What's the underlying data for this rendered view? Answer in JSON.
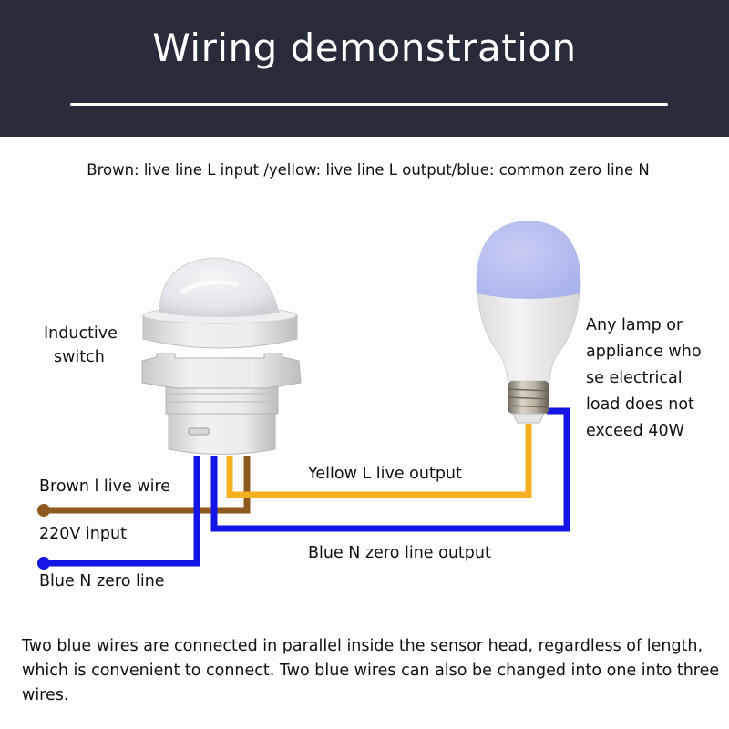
{
  "header": {
    "title": "Wiring demonstration",
    "background": "#272b3a"
  },
  "legend": {
    "text": "Brown: live line L input /yellow: live line L output/blue: common zero line N"
  },
  "labels": {
    "sensor_line1": "Inductive",
    "sensor_line2": "switch",
    "brown_wire": "Brown l live wire",
    "input_voltage": "220V input",
    "blue_input": "Blue N zero line",
    "yellow_output": "Yellow L live output",
    "blue_output": "Blue N zero line output",
    "lamp_line1": "Any lamp or",
    "lamp_line2": "appliance who",
    "lamp_line3": "se electrical",
    "lamp_line4": "load does not",
    "lamp_line5": "exceed 40W"
  },
  "note": {
    "text": "Two blue wires are connected in parallel inside the sensor head, regardless of length, which is convenient to connect. Two blue wires can also be changed into one into three wires."
  },
  "colors": {
    "brown": "#8f5a1f",
    "yellow": "#f5b021",
    "blue": "#1414e6",
    "bulb_dome": "#bcc3ef"
  },
  "components": {
    "sensor": "pir-motion-sensor-icon",
    "lamp": "light-bulb-icon"
  }
}
